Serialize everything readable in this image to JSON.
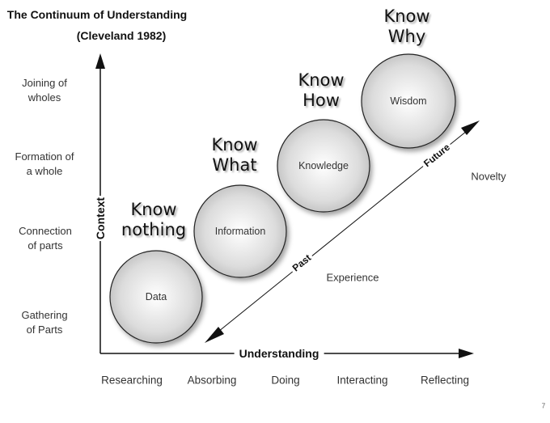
{
  "title": {
    "line1": "The Continuum of Understanding",
    "line2": "(Cleveland 1982)"
  },
  "y_axis": {
    "label": "Context",
    "levels": [
      {
        "line1": "Joining of",
        "line2": "wholes"
      },
      {
        "line1": "Formation of",
        "line2": "a whole"
      },
      {
        "line1": "Connection",
        "line2": "of parts"
      },
      {
        "line1": "Gathering",
        "line2": "of Parts"
      }
    ]
  },
  "x_axis": {
    "label": "Understanding",
    "levels": [
      "Researching",
      "Absorbing",
      "Doing",
      "Interacting",
      "Reflecting"
    ]
  },
  "stages": [
    {
      "circle": "Data",
      "know1": "Know",
      "know2": "nothing"
    },
    {
      "circle": "Information",
      "know1": "Know",
      "know2": "What"
    },
    {
      "circle": "Knowledge",
      "know1": "Know",
      "know2": "How"
    },
    {
      "circle": "Wisdom",
      "know1": "Know",
      "know2": "Why"
    }
  ],
  "time_axis": {
    "past": "Past",
    "future": "Future",
    "experience": "Experience",
    "novelty": "Novelty"
  },
  "page_number": "7"
}
